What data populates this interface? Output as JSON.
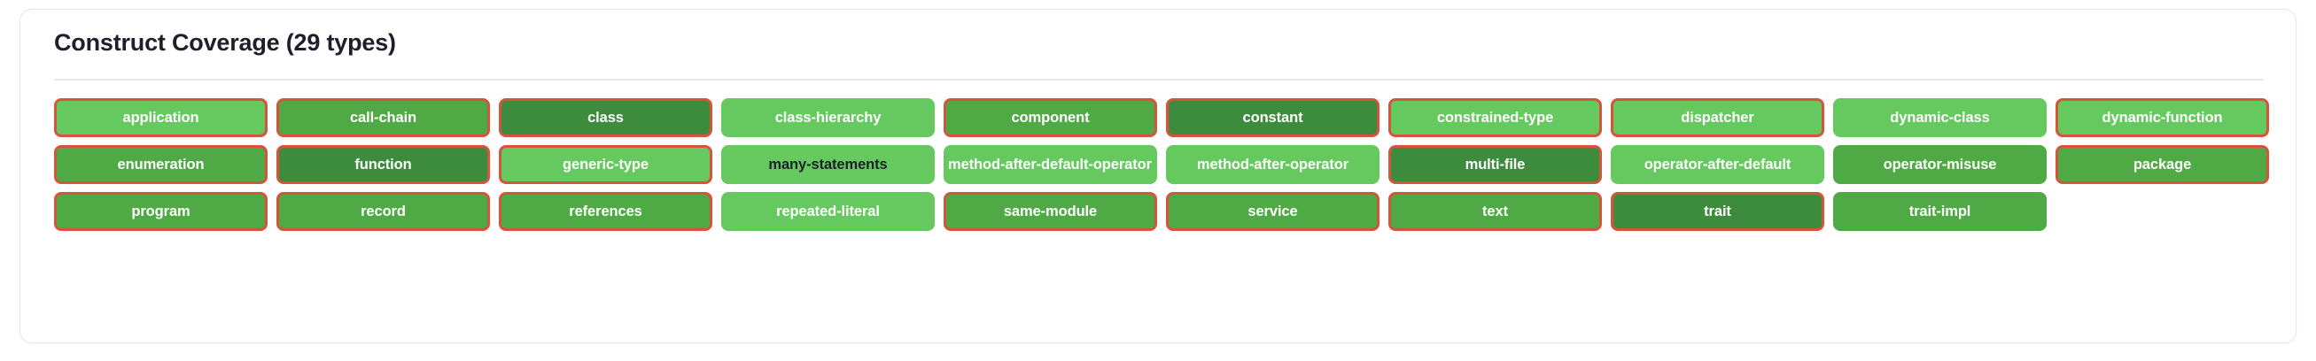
{
  "card": {
    "title": "Construct Coverage (29 types)",
    "type_count": 29
  },
  "colors": {
    "fill_light": "#66c95f",
    "fill_mid": "#4faa45",
    "fill_dark": "#3d8b3c",
    "border_highlight": "#d4543c",
    "text_light": "#ffffff",
    "text_dark": "#1d1f2b",
    "card_border": "#e4e6e9",
    "divider": "#e9eaec",
    "title_text": "#1d1f2b",
    "page_background": "#ffffff"
  },
  "badges": [
    {
      "label": "application",
      "fill": "light",
      "bordered": true,
      "text": "light"
    },
    {
      "label": "call-chain",
      "fill": "mid",
      "bordered": true,
      "text": "light"
    },
    {
      "label": "class",
      "fill": "dark",
      "bordered": true,
      "text": "light"
    },
    {
      "label": "class-hierarchy",
      "fill": "light",
      "bordered": false,
      "text": "light"
    },
    {
      "label": "component",
      "fill": "mid",
      "bordered": true,
      "text": "light"
    },
    {
      "label": "constant",
      "fill": "dark",
      "bordered": true,
      "text": "light"
    },
    {
      "label": "constrained-type",
      "fill": "light",
      "bordered": true,
      "text": "light"
    },
    {
      "label": "dispatcher",
      "fill": "light",
      "bordered": true,
      "text": "light"
    },
    {
      "label": "dynamic-class",
      "fill": "light",
      "bordered": false,
      "text": "light"
    },
    {
      "label": "dynamic-function",
      "fill": "light",
      "bordered": true,
      "text": "light"
    },
    {
      "label": "enumeration",
      "fill": "mid",
      "bordered": true,
      "text": "light"
    },
    {
      "label": "function",
      "fill": "dark",
      "bordered": true,
      "text": "light"
    },
    {
      "label": "generic-type",
      "fill": "light",
      "bordered": true,
      "text": "light"
    },
    {
      "label": "many-statements",
      "fill": "light",
      "bordered": false,
      "text": "dark"
    },
    {
      "label": "method-after-default-operator",
      "fill": "light",
      "bordered": false,
      "text": "light",
      "wrap": true
    },
    {
      "label": "method-after-operator",
      "fill": "light",
      "bordered": false,
      "text": "light"
    },
    {
      "label": "multi-file",
      "fill": "dark",
      "bordered": true,
      "text": "light"
    },
    {
      "label": "operator-after-default",
      "fill": "light",
      "bordered": false,
      "text": "light"
    },
    {
      "label": "operator-misuse",
      "fill": "mid",
      "bordered": false,
      "text": "light"
    },
    {
      "label": "package",
      "fill": "mid",
      "bordered": true,
      "text": "light"
    },
    {
      "label": "program",
      "fill": "mid",
      "bordered": true,
      "text": "light"
    },
    {
      "label": "record",
      "fill": "mid",
      "bordered": true,
      "text": "light"
    },
    {
      "label": "references",
      "fill": "mid",
      "bordered": true,
      "text": "light"
    },
    {
      "label": "repeated-literal",
      "fill": "light",
      "bordered": false,
      "text": "light"
    },
    {
      "label": "same-module",
      "fill": "mid",
      "bordered": true,
      "text": "light"
    },
    {
      "label": "service",
      "fill": "mid",
      "bordered": true,
      "text": "light"
    },
    {
      "label": "text",
      "fill": "mid",
      "bordered": true,
      "text": "light"
    },
    {
      "label": "trait",
      "fill": "dark",
      "bordered": true,
      "text": "light"
    },
    {
      "label": "trait-impl",
      "fill": "mid",
      "bordered": false,
      "text": "light"
    }
  ]
}
